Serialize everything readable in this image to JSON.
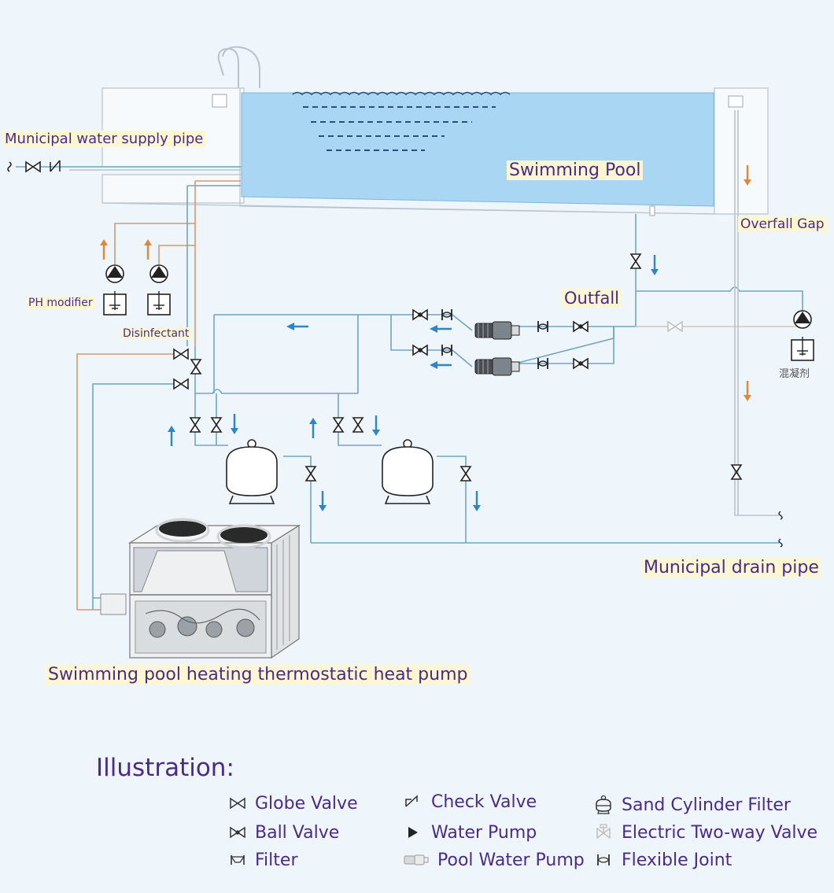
{
  "labels": {
    "municipal_water_supply": "Municipal water supply pipe",
    "swimming_pool": "Swimming Pool",
    "overfall_gap": "Overfall Gap",
    "ph_modifier": "PH modifier",
    "disinfectant": "Disinfectant",
    "outfall": "Outfall",
    "coagulant": "混凝剂",
    "municipal_drain": "Municipal drain pipe",
    "heat_pump": "Swimming pool heating thermostatic heat pump"
  },
  "legend": {
    "title": "Illustration:",
    "items": [
      {
        "label": "Globe Valve",
        "icon": "globe-valve-icon"
      },
      {
        "label": "Ball Valve",
        "icon": "ball-valve-icon"
      },
      {
        "label": "Filter",
        "icon": "filter-icon"
      },
      {
        "label": "Check Valve",
        "icon": "check-valve-icon"
      },
      {
        "label": "Water Pump",
        "icon": "water-pump-icon"
      },
      {
        "label": "Pool Water Pump",
        "icon": "pool-water-pump-icon"
      },
      {
        "label": "Sand Cylinder Filter",
        "icon": "sand-cylinder-filter-icon"
      },
      {
        "label": "Electric Two-way Valve",
        "icon": "electric-two-way-valve-icon"
      },
      {
        "label": "Flexible Joint",
        "icon": "flexible-joint-icon"
      }
    ]
  },
  "colors": {
    "pool_water": "#a9d6f3",
    "pipe_blue": "#6fa6c4",
    "pipe_orange": "#d49a72",
    "arrow_blue": "#2e86c6",
    "arrow_orange": "#e0873a",
    "label_purple": "#4a2c86",
    "label_highlight": "#fdf6d2"
  }
}
